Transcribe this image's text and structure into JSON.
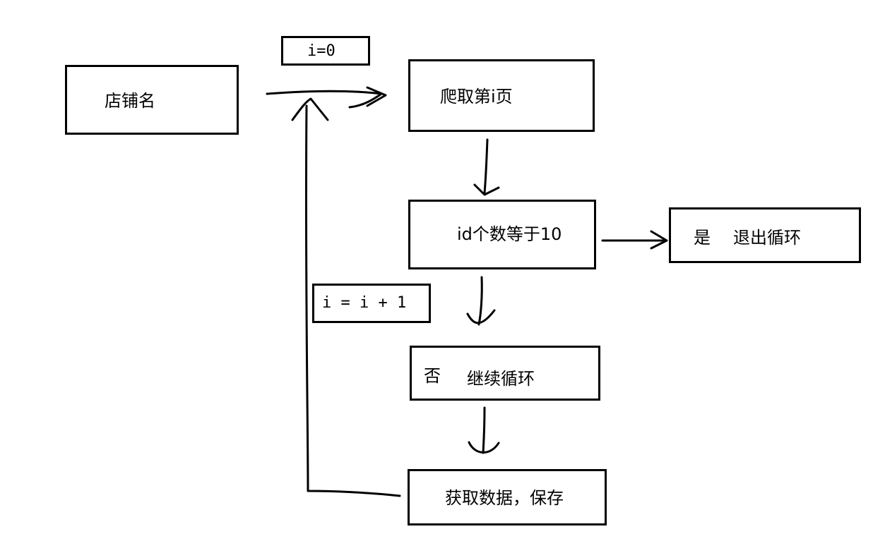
{
  "diagram": {
    "colors": {
      "ink": "#000000",
      "background": "#ffffff"
    },
    "nodes": {
      "shop_name": {
        "text": "店铺名"
      },
      "init": {
        "text": "i=0"
      },
      "crawl_page": {
        "text": "爬取第i页"
      },
      "id_check": {
        "text": "id个数等于10"
      },
      "exit_loop": {
        "yes": "是",
        "text": "退出循环"
      },
      "increment": {
        "text": "i = i + 1"
      },
      "continue_loop": {
        "no": "否",
        "text": "继续循环"
      },
      "fetch_save": {
        "text": "获取数据，保存"
      }
    }
  }
}
